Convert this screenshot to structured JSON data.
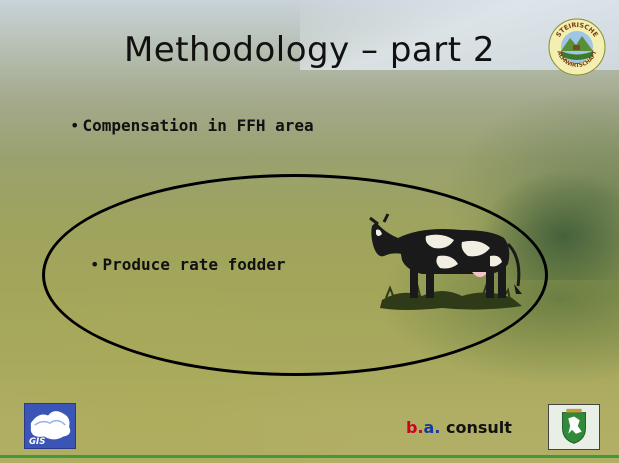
{
  "slide": {
    "title": "Methodology – part 2",
    "bullets": [
      {
        "marker": "•",
        "text": "Compensation in FFH area"
      },
      {
        "marker": "•",
        "text": "Produce rate fodder"
      }
    ]
  },
  "logos": {
    "top_right": {
      "icon": "steirische-almwirtschaft-seal-icon",
      "text": "STEIRISCHE ALMWIRTSCHAFT"
    },
    "bottom_left": {
      "icon": "gis-logo-icon",
      "text": "GIS"
    },
    "brand": {
      "part1": "b.",
      "part2": "a.",
      "part3": " consult"
    },
    "bottom_right": {
      "icon": "coat-of-arms-icon"
    }
  },
  "colors": {
    "brand_red": "#d0001f",
    "brand_blue": "#1a3a9a",
    "bottom_line": "#3e9b3a",
    "ellipse": "#000000"
  }
}
